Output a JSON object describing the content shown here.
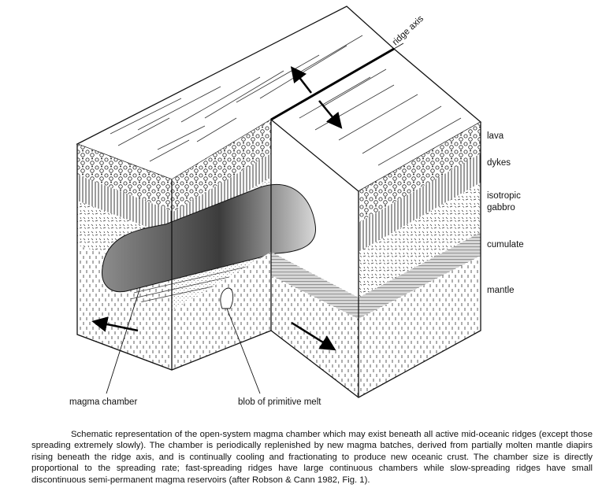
{
  "labels": {
    "ridge_axis": "ridge axis",
    "lava": "lava",
    "dykes": "dykes",
    "isotropic": "isotropic",
    "gabbro": "gabbro",
    "cumulate": "cumulate",
    "mantle": "mantle",
    "magma_chamber": "magma chamber",
    "blob": "blob of primitive melt"
  },
  "caption": "Schematic representation of the open-system magma chamber which may exist beneath all active mid-oceanic ridges (except those spreading extremely slowly). The chamber is periodically replenished by new magma batches, derived from partially molten mantle diapirs rising beneath the ridge axis, and is continually cooling and fractionating to produce new oceanic crust. The chamber size is directly proportional to the spreading rate; fast-spreading ridges have large continuous chambers while slow-spreading ridges have small discontinuous semi-permanent magma reservoirs (after Robson & Cann 1982, Fig. 1)."
}
